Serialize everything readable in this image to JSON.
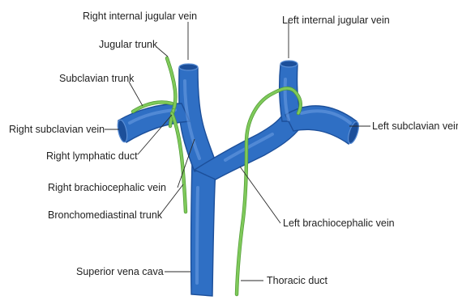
{
  "labels": {
    "right_internal_jugular_vein": "Right internal jugular vein",
    "jugular_trunk": "Jugular trunk",
    "subclavian_trunk": "Subclavian trunk",
    "right_subclavian_vein": "Right subclavian vein",
    "right_lymphatic_duct": "Right lymphatic duct",
    "right_brachiocephalic_vein": "Right brachiocephalic vein",
    "bronchomediastinal_trunk": "Bronchomediastinal trunk",
    "superior_vena_cava": "Superior vena cava",
    "left_internal_jugular_vein": "Left internal jugular vein",
    "left_subclavian_vein": "Left subclavian vein",
    "left_brachiocephalic_vein": "Left brachiocephalic vein",
    "thoracic_duct": "Thoracic duct"
  },
  "colors": {
    "vein": "#2f6fc4",
    "lymphatic": "#7fc95a",
    "text": "#1f1f1f"
  }
}
